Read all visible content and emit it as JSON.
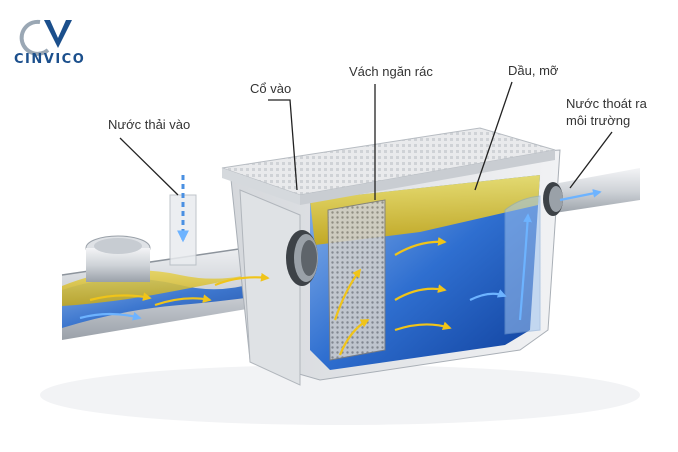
{
  "brand": {
    "name": "CINVICO",
    "colors": {
      "primary": "#1b4f8c",
      "accent": "#3a8bd1"
    }
  },
  "labels": {
    "inflow": "Nước thải vào",
    "inlet_neck": "Cổ vào",
    "screen_baffle": "Vách ngăn rác",
    "oil_grease": "Dầu, mỡ",
    "outflow_line1": "Nước thoát ra",
    "outflow_line2": "môi trường"
  },
  "colors": {
    "water": "#2f6fd0",
    "grease": "#e3cf2a",
    "tank": "#e7e8ea",
    "flow_arrow": "#f0c419"
  }
}
